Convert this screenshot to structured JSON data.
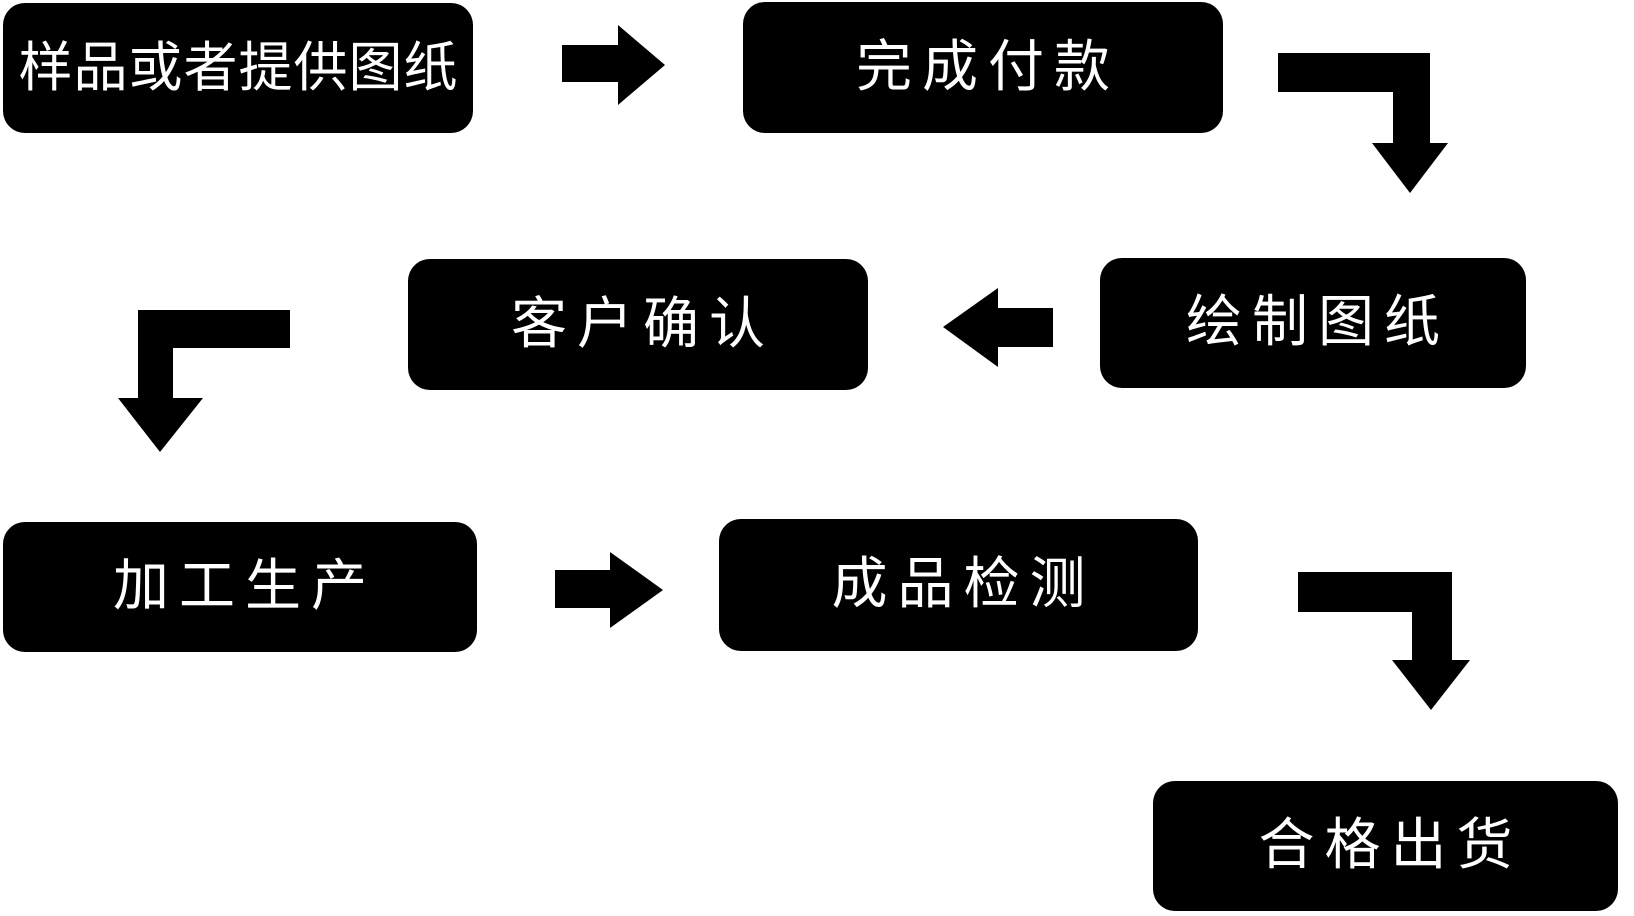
{
  "flowchart": {
    "title": "production-order-process-flowchart",
    "nodes": [
      {
        "id": "sample",
        "label": "样品或者提供图纸"
      },
      {
        "id": "payment",
        "label": "完成付款"
      },
      {
        "id": "draw",
        "label": "绘制图纸"
      },
      {
        "id": "confirm",
        "label": "客户确认"
      },
      {
        "id": "production",
        "label": "加工生产"
      },
      {
        "id": "inspection",
        "label": "成品检测"
      },
      {
        "id": "shipment",
        "label": "合格出货"
      }
    ],
    "connections": [
      {
        "from": "sample",
        "to": "payment",
        "type": "arrow-right"
      },
      {
        "from": "payment",
        "to": "draw",
        "type": "elbow-down-right"
      },
      {
        "from": "draw",
        "to": "confirm",
        "type": "arrow-left"
      },
      {
        "from": "confirm",
        "to": "production",
        "type": "elbow-down-left"
      },
      {
        "from": "production",
        "to": "inspection",
        "type": "arrow-right"
      },
      {
        "from": "inspection",
        "to": "shipment",
        "type": "elbow-down-right"
      }
    ],
    "colors": {
      "background": "#ffffff",
      "node_fill": "#000000",
      "node_text": "#ffffff",
      "arrow": "#000000"
    }
  }
}
